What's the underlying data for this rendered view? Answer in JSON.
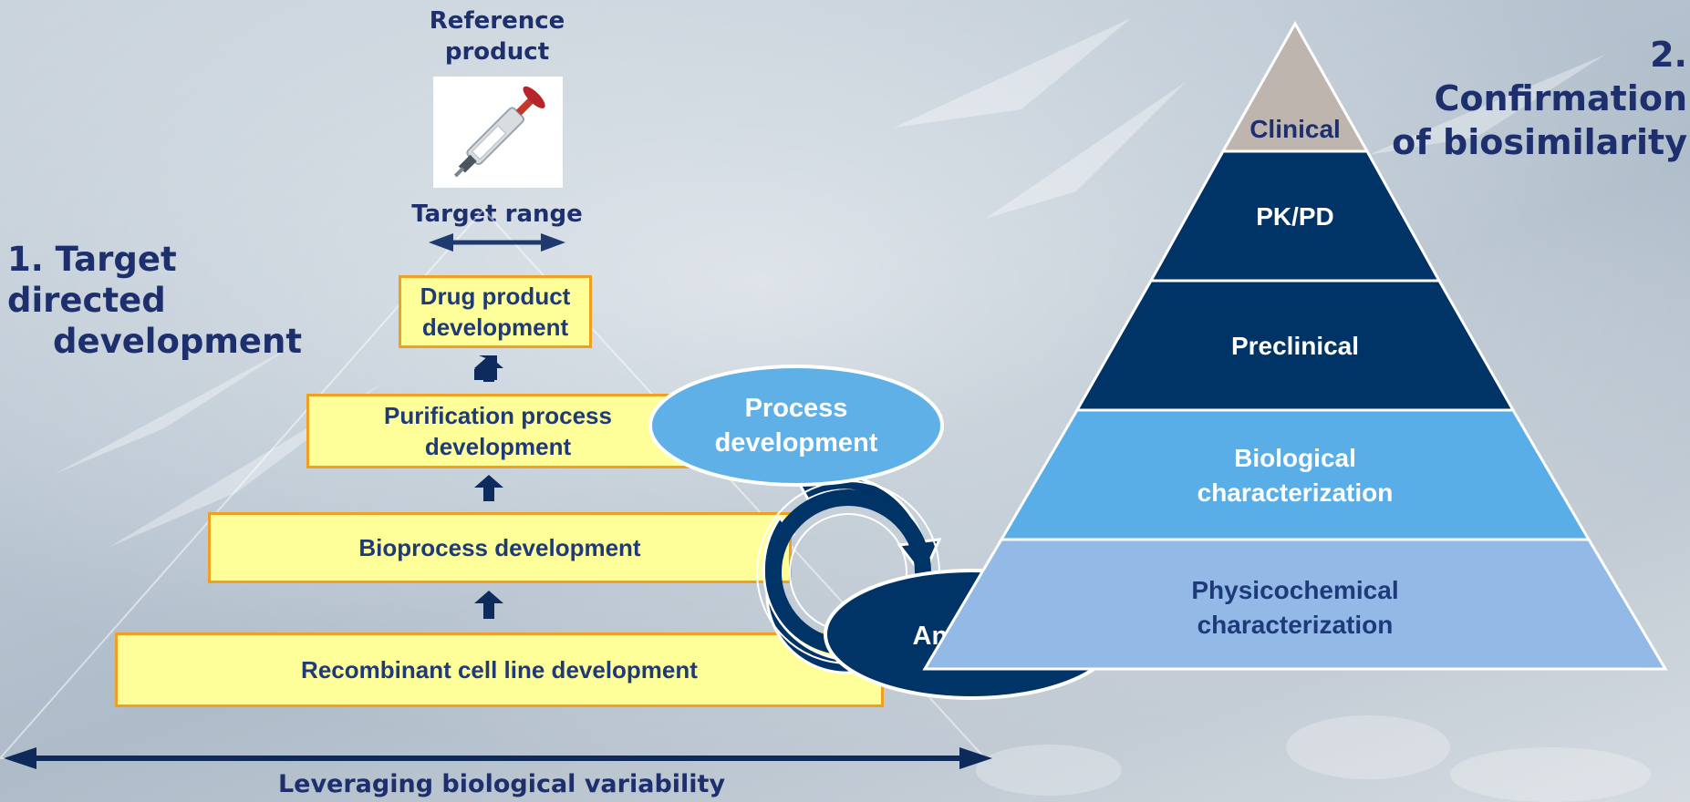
{
  "headings": {
    "target_directed": "1. Target directed development",
    "target_directed_line1": "1. Target directed",
    "target_directed_line2": "development",
    "confirmation_line1": "2. Confirmation",
    "confirmation_line2": "of biosimilarity"
  },
  "reference": {
    "line1": "Reference",
    "line2": "product",
    "target_range": "Target range"
  },
  "development_steps": {
    "drug_product_line1": "Drug product",
    "drug_product_line2": "development",
    "purification_line1": "Purification process",
    "purification_line2": "development",
    "bioprocess": "Bioprocess development",
    "cell_line": "Recombinant cell line development"
  },
  "cycle": {
    "process_line1": "Process",
    "process_line2": "development",
    "analytics": "Analytics"
  },
  "pyramid": {
    "clinical": "Clinical",
    "pkpd": "PK/PD",
    "preclinical": "Preclinical",
    "biological_line1": "Biological",
    "biological_line2": "characterization",
    "physicochemical_line1": "Physicochemical",
    "physicochemical_line2": "characterization"
  },
  "footer": {
    "variability": "Leveraging biological variability"
  },
  "colors": {
    "navy": "#003366",
    "light_blue": "#5aaee8",
    "pale_blue": "#93b9e6",
    "grey_tip": "#bdb5ae",
    "yellow_box": "#ffff99",
    "orange_border": "#f0a020",
    "heading_navy": "#1e2f6e"
  },
  "icons": {
    "reference_product": "syringe-icon",
    "cycle": "circular-arrows-icon",
    "up_arrow": "up-arrow-icon"
  }
}
